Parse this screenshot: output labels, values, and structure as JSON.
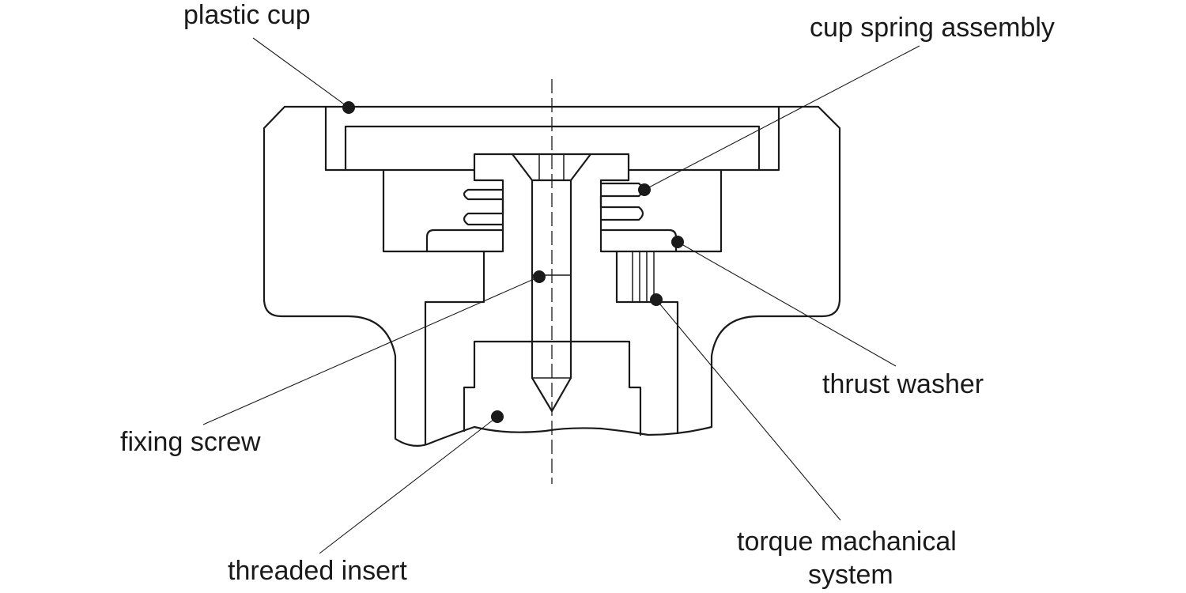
{
  "labels": {
    "plastic_cup": "plastic cup",
    "cup_spring_assembly": "cup spring assembly",
    "thrust_washer": "thrust washer",
    "fixing_screw": "fixing screw",
    "torque_line1": "torque machanical",
    "torque_line2": "system",
    "threaded_insert": "threaded insert"
  },
  "colors": {
    "ink": "#1a1a1a",
    "background": "#ffffff"
  }
}
